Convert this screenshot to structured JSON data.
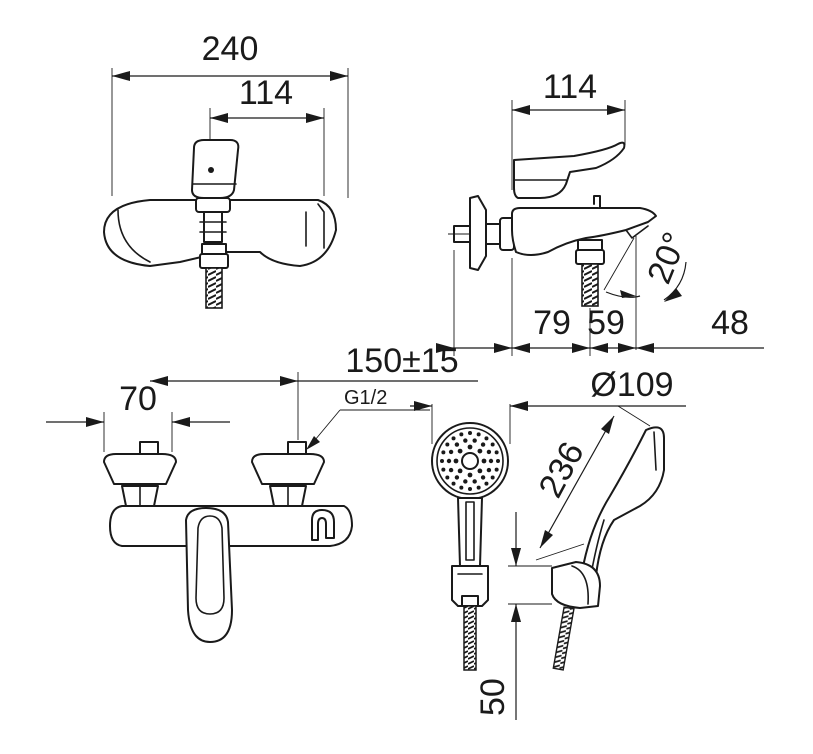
{
  "dimensions": {
    "top_total_width": "240",
    "top_inner_width": "114",
    "side_body_width": "114",
    "angle": "20°",
    "wall_offset": "150±15",
    "seg_79": "79",
    "seg_59": "59",
    "seg_48": "48",
    "front_70": "70",
    "thread": "G1/2",
    "head_diameter": "Ø109",
    "handshower_length": "236",
    "holder_height": "50"
  },
  "colors": {
    "line": "#1a1a1a",
    "background": "#ffffff"
  }
}
